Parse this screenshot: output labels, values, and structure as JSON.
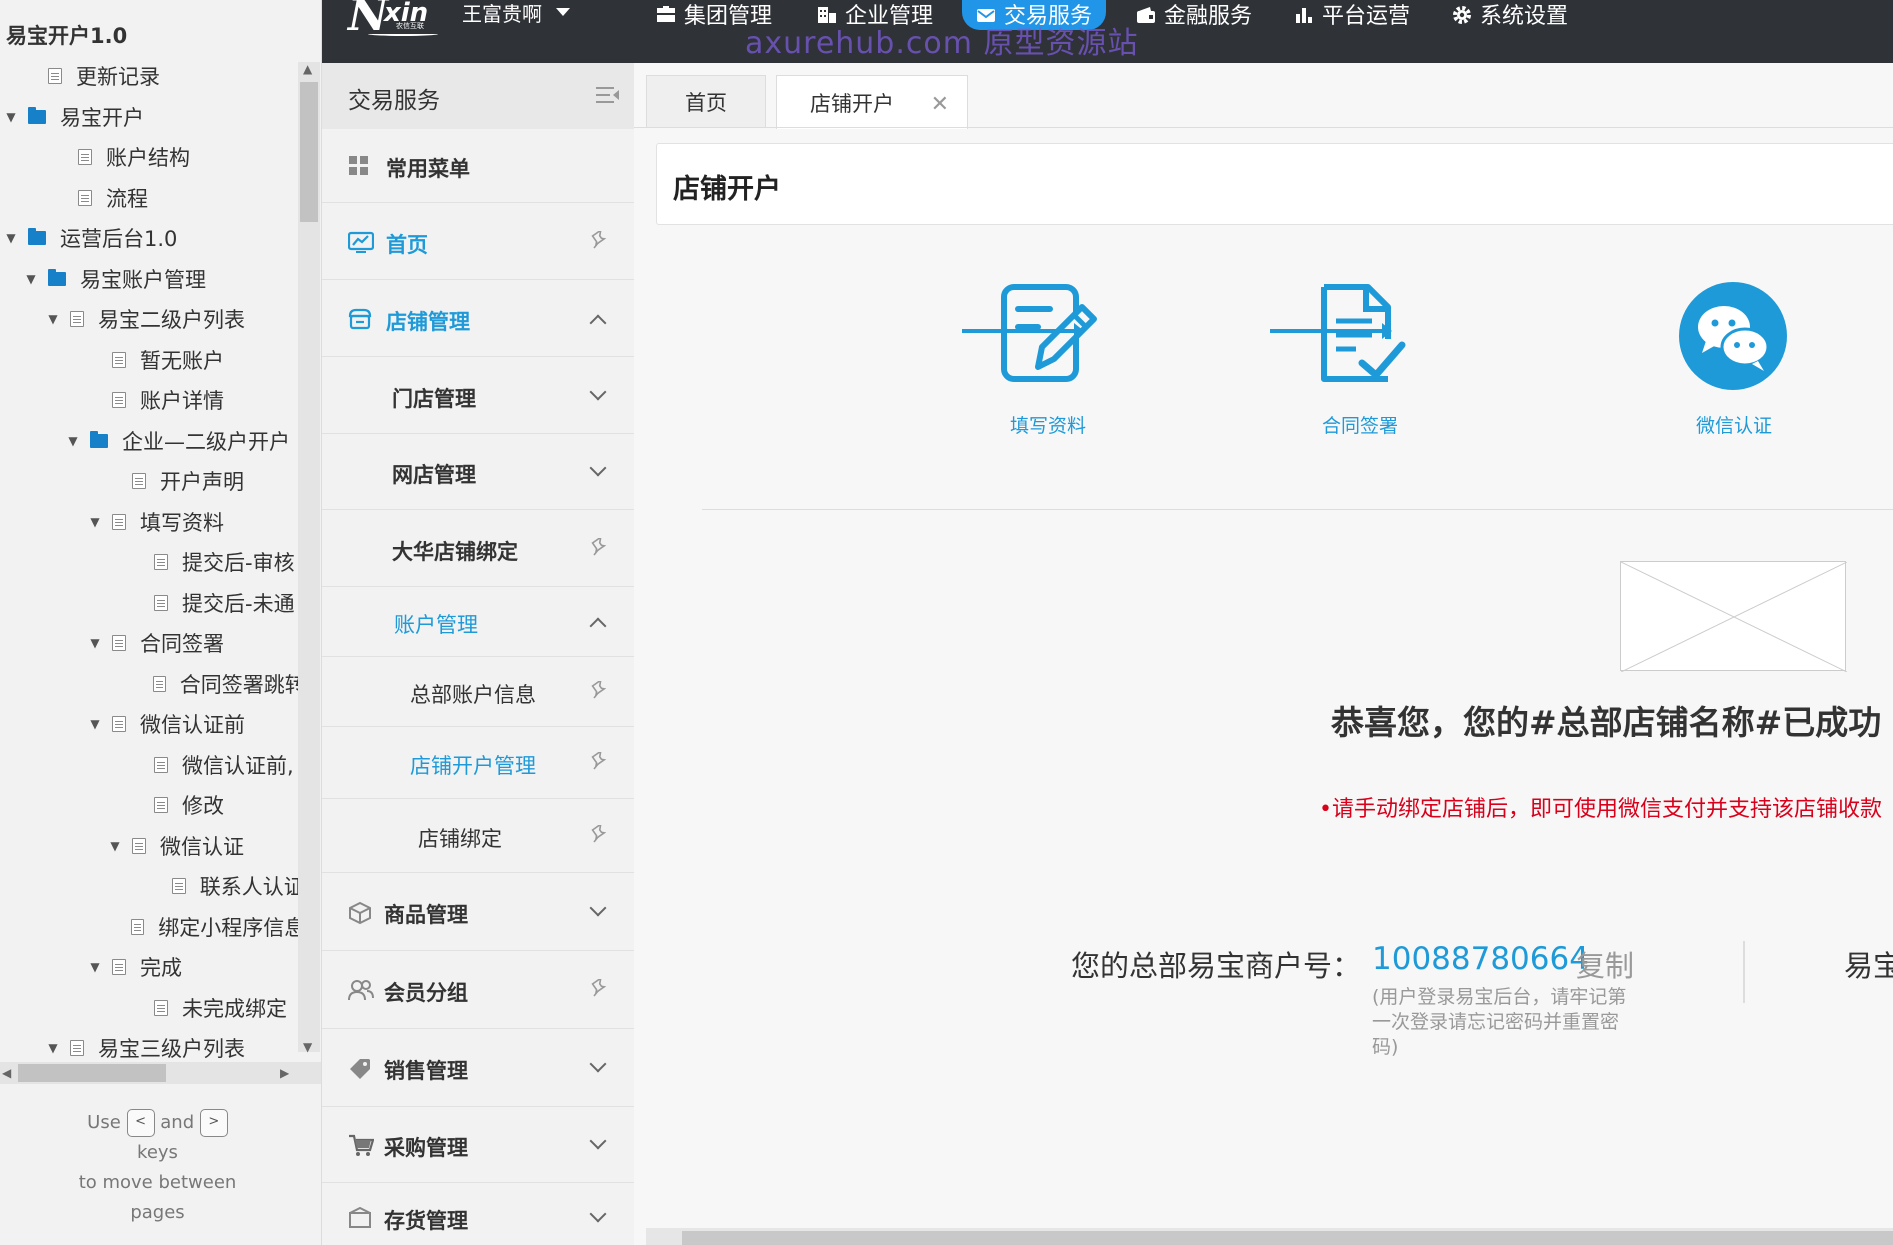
{
  "tree": {
    "title": "易宝开户1.0",
    "items": [
      {
        "label": "更新记录",
        "kind": "page",
        "caret": ""
      },
      {
        "label": "易宝开户",
        "kind": "folder",
        "caret": "▼"
      },
      {
        "label": "账户结构",
        "kind": "page",
        "caret": ""
      },
      {
        "label": "流程",
        "kind": "page",
        "caret": ""
      },
      {
        "label": "运营后台1.0",
        "kind": "folder",
        "caret": "▼"
      },
      {
        "label": "易宝账户管理",
        "kind": "folder",
        "caret": "▼"
      },
      {
        "label": "易宝二级户列表",
        "kind": "page",
        "caret": "▼"
      },
      {
        "label": "暂无账户",
        "kind": "page",
        "caret": ""
      },
      {
        "label": "账户详情",
        "kind": "page",
        "caret": ""
      },
      {
        "label": "企业—二级户开户",
        "kind": "folder",
        "caret": "▼"
      },
      {
        "label": "开户声明",
        "kind": "page",
        "caret": ""
      },
      {
        "label": "填写资料",
        "kind": "page",
        "caret": "▼"
      },
      {
        "label": "提交后-审核",
        "kind": "page",
        "caret": ""
      },
      {
        "label": "提交后-未通",
        "kind": "page",
        "caret": ""
      },
      {
        "label": "合同签署",
        "kind": "page",
        "caret": "▼"
      },
      {
        "label": "合同签署跳转",
        "kind": "page",
        "caret": ""
      },
      {
        "label": "微信认证前",
        "kind": "page",
        "caret": "▼"
      },
      {
        "label": "微信认证前,",
        "kind": "page",
        "caret": ""
      },
      {
        "label": "修改",
        "kind": "page",
        "caret": ""
      },
      {
        "label": "微信认证",
        "kind": "page",
        "caret": "▼"
      },
      {
        "label": "联系人认证",
        "kind": "page",
        "caret": ""
      },
      {
        "label": "绑定小程序信息",
        "kind": "page",
        "caret": ""
      },
      {
        "label": "完成",
        "kind": "page",
        "caret": "▼"
      },
      {
        "label": "未完成绑定",
        "kind": "page",
        "caret": ""
      },
      {
        "label": "易宝三级户列表",
        "kind": "page",
        "caret": "▼"
      }
    ],
    "help": {
      "use": "Use",
      "and": "and",
      "keys": "keys",
      "line3": "to move between",
      "line4": "pages",
      "key_prev": "<",
      "key_next": ">"
    }
  },
  "topbar": {
    "logo_letter": "N",
    "logo_word": "xin",
    "logo_tag": "农信互联",
    "user_name": "王富贵啊",
    "nav": [
      {
        "label": "集团管理",
        "icon": "group-icon",
        "active": false
      },
      {
        "label": "企业管理",
        "icon": "enterprise-icon",
        "active": false
      },
      {
        "label": "交易服务",
        "icon": "mail-icon",
        "active": true
      },
      {
        "label": "金融服务",
        "icon": "wallet-icon",
        "active": false
      },
      {
        "label": "平台运营",
        "icon": "bar-chart-icon",
        "active": false
      },
      {
        "label": "系统设置",
        "icon": "gear-icon",
        "active": false
      }
    ],
    "watermark": "axurehub.com 原型资源站"
  },
  "sidebar": {
    "title": "交易服务",
    "items": [
      {
        "label": "常用菜单",
        "icon": "grid-icon",
        "right": "",
        "blue": false
      },
      {
        "label": "首页",
        "icon": "monitor-chart-icon",
        "right": "pin",
        "blue": true
      },
      {
        "label": "店铺管理",
        "icon": "shop-icon",
        "right": "chev-up",
        "blue": true
      },
      {
        "label": "门店管理",
        "icon": "",
        "right": "chev-down",
        "blue": false
      },
      {
        "label": "网店管理",
        "icon": "",
        "right": "chev-down",
        "blue": false
      },
      {
        "label": "大华店铺绑定",
        "icon": "",
        "right": "pin",
        "blue": false
      },
      {
        "label": "账户管理",
        "icon": "",
        "right": "chev-up",
        "blue": true
      },
      {
        "label": "总部账户信息",
        "icon": "",
        "right": "pin",
        "blue": false
      },
      {
        "label": "店铺开户管理",
        "icon": "",
        "right": "pin",
        "blue": true
      },
      {
        "label": "店铺绑定",
        "icon": "",
        "right": "pin",
        "blue": false
      },
      {
        "label": "商品管理",
        "icon": "box-icon",
        "right": "chev-down",
        "blue": false
      },
      {
        "label": "会员分组",
        "icon": "users-icon",
        "right": "pin",
        "blue": false
      },
      {
        "label": "销售管理",
        "icon": "tag-icon",
        "right": "chev-down",
        "blue": false
      },
      {
        "label": "采购管理",
        "icon": "cart-icon",
        "right": "chev-down",
        "blue": false
      },
      {
        "label": "存货管理",
        "icon": "store-icon",
        "right": "chev-down",
        "blue": false
      }
    ]
  },
  "main": {
    "tabs": [
      {
        "label": "首页",
        "closable": false
      },
      {
        "label": "店铺开户",
        "closable": true
      }
    ],
    "close_glyph": "✕",
    "heading": "店铺开户",
    "steps": [
      {
        "label": "填写资料",
        "icon": "edit-form-icon"
      },
      {
        "label": "合同签署",
        "icon": "contract-sign-icon"
      },
      {
        "label": "微信认证",
        "icon": "wechat-icon"
      }
    ],
    "success": "恭喜您，您的#总部店铺名称#已成功",
    "notice": "•请手动绑定店铺后，即可使用微信支付并支持该店铺收款",
    "merchant_label": "您的总部易宝商户号：",
    "merchant_number": "10088780664",
    "copy": "复制",
    "merchant_hint": "(用户登录易宝后台，请牢记第一次登录请忘记密码并重置密码)",
    "right_cut": "易宝"
  },
  "colors": {
    "accent": "#1f9ad8",
    "nav_active": "#2196e8",
    "topbar": "#2f3237",
    "warning": "#d9001b"
  }
}
